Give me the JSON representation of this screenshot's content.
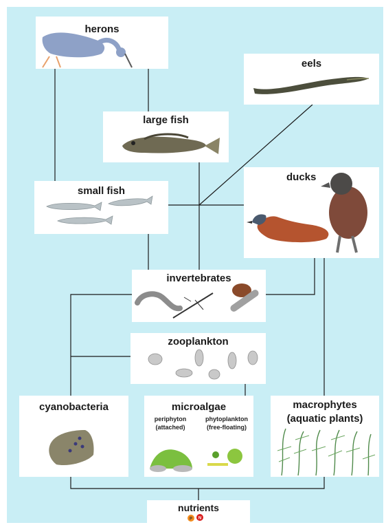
{
  "nodes": {
    "herons": "herons",
    "eels": "eels",
    "large_fish": "large fish",
    "small_fish": "small fish",
    "ducks": "ducks",
    "invertebrates": "invertebrates",
    "zooplankton": "zooplankton",
    "cyanobacteria": "cyanobacteria",
    "microalgae": "microalgae",
    "periphyton": "periphyton",
    "periphyton_note": "(attached)",
    "phytoplankton": "phytoplankton",
    "phytoplankton_note": "(free-floating)",
    "macrophytes": "macrophytes",
    "macrophytes_note": "(aquatic plants)",
    "nutrients": "nutrients",
    "nutrient_p": "P",
    "nutrient_n": "N"
  },
  "colors": {
    "background": "#c9eef5",
    "box": "#ffffff",
    "line": "#1a1a1a",
    "nutrient_p": "#f28c1e",
    "nutrient_n": "#d81e1e"
  }
}
